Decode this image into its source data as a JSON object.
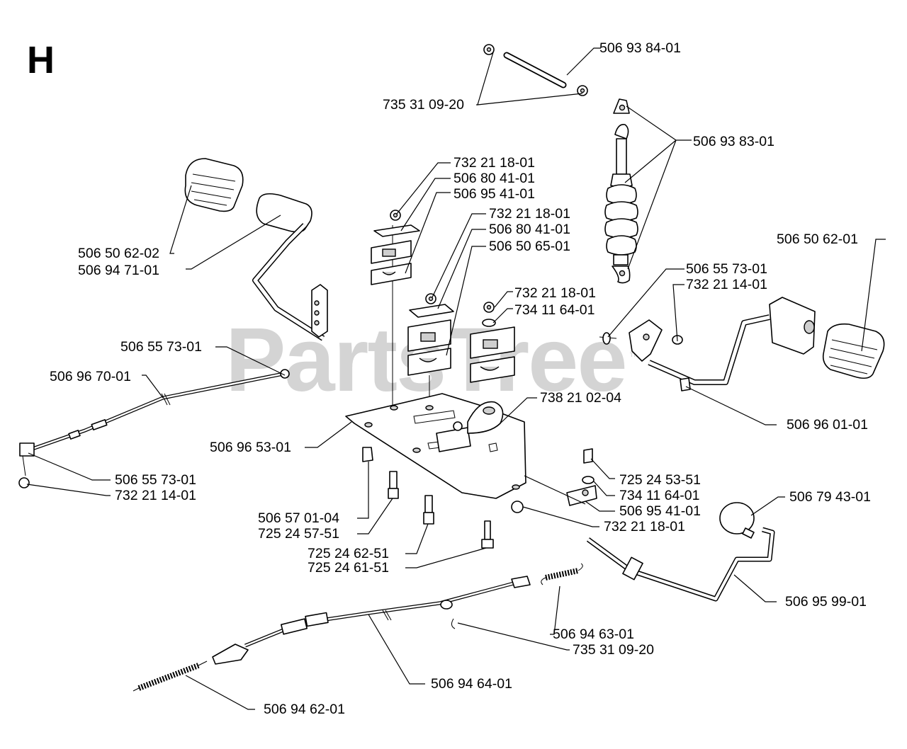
{
  "diagram": {
    "section_letter": "H",
    "watermark": "PartsTree",
    "watermark_mark": "™",
    "parts": [
      {
        "id": "p01",
        "label": "506 93 84-01"
      },
      {
        "id": "p02",
        "label": "735 31 09-20"
      },
      {
        "id": "p03",
        "label": "506 93 83-01"
      },
      {
        "id": "p04",
        "label": "732 21 18-01"
      },
      {
        "id": "p05",
        "label": "506 80 41-01"
      },
      {
        "id": "p06",
        "label": "506 95 41-01"
      },
      {
        "id": "p07",
        "label": "732 21 18-01"
      },
      {
        "id": "p08",
        "label": "506 80 41-01"
      },
      {
        "id": "p09",
        "label": "506 50 65-01"
      },
      {
        "id": "p10",
        "label": "506 50 62-02"
      },
      {
        "id": "p11",
        "label": "506 94 71-01"
      },
      {
        "id": "p12",
        "label": "506 50 62-01"
      },
      {
        "id": "p13",
        "label": "506 55 73-01"
      },
      {
        "id": "p14",
        "label": "732 21 14-01"
      },
      {
        "id": "p15",
        "label": "732 21 18-01"
      },
      {
        "id": "p16",
        "label": "734 11 64-01"
      },
      {
        "id": "p17",
        "label": "506 55 73-01"
      },
      {
        "id": "p18",
        "label": "506 96 70-01"
      },
      {
        "id": "p19",
        "label": "738 21 02-04"
      },
      {
        "id": "p20",
        "label": "506 96 01-01"
      },
      {
        "id": "p21",
        "label": "506 96 53-01"
      },
      {
        "id": "p22",
        "label": "506 55 73-01"
      },
      {
        "id": "p23",
        "label": "732 21 14-01"
      },
      {
        "id": "p24",
        "label": "725 24 53-51"
      },
      {
        "id": "p25",
        "label": "734 11 64-01"
      },
      {
        "id": "p26",
        "label": "506 95 41-01"
      },
      {
        "id": "p27",
        "label": "732 21 18-01"
      },
      {
        "id": "p28",
        "label": "506 79 43-01"
      },
      {
        "id": "p29",
        "label": "506 57 01-04"
      },
      {
        "id": "p30",
        "label": "725 24 57-51"
      },
      {
        "id": "p31",
        "label": "725 24 62-51"
      },
      {
        "id": "p32",
        "label": "725 24 61-51"
      },
      {
        "id": "p33",
        "label": "506 95 99-01"
      },
      {
        "id": "p34",
        "label": "506 94 63-01"
      },
      {
        "id": "p35",
        "label": "735 31 09-20"
      },
      {
        "id": "p36",
        "label": "506 94 64-01"
      },
      {
        "id": "p37",
        "label": "506 94 62-01"
      }
    ]
  }
}
